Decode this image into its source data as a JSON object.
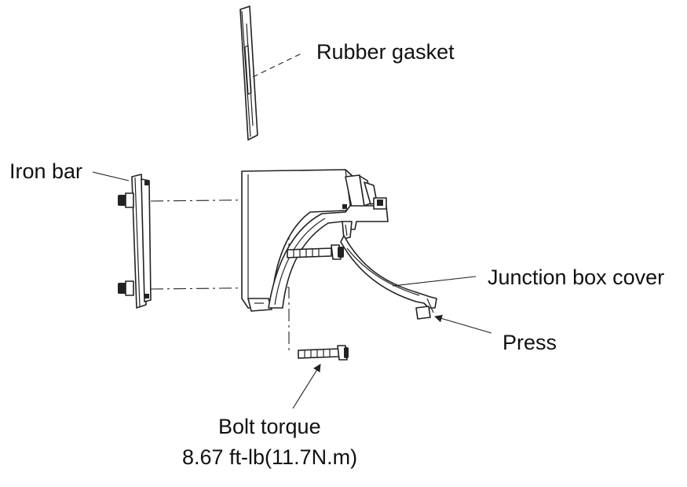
{
  "labels": {
    "rubber_gasket": "Rubber gasket",
    "iron_bar": "Iron bar",
    "junction_box_cover": "Junction box cover",
    "press": "Press",
    "bolt_torque_line1": "Bolt torque",
    "bolt_torque_line2": "8.67 ft-lb(11.7N.m)"
  },
  "colors": {
    "line": "#222222",
    "text": "#111111",
    "background": "#ffffff"
  }
}
